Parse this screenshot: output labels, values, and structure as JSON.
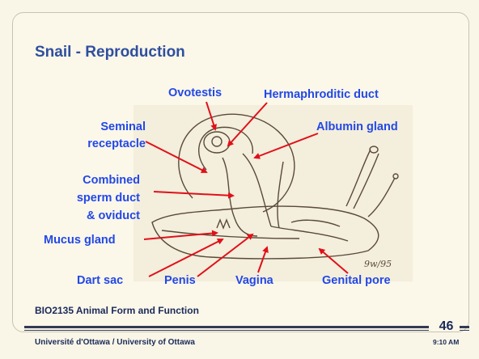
{
  "slide": {
    "title": "Snail - Reproduction",
    "labels": {
      "ovotestis": "Ovotestis",
      "herm_duct": "Hermaphroditic duct",
      "seminal1": "Seminal",
      "seminal2": "receptacle",
      "albumin": "Albumin gland",
      "combined1": "Combined",
      "combined2": "sperm duct",
      "combined3": "& oviduct",
      "mucus": "Mucus gland",
      "dart": "Dart sac",
      "penis": "Penis",
      "vagina": "Vagina",
      "genital": "Genital pore"
    },
    "signature": "9w/95",
    "course": "BIO2135 Animal Form and Function",
    "page_number": "46",
    "footer": "Université d'Ottawa / University of Ottawa",
    "time": "9:10 AM"
  },
  "colors": {
    "title": "#2f4f9e",
    "label": "#2248e8",
    "arrow": "#e0101a",
    "drawing": "#5a4a38",
    "background": "#faf6e7"
  }
}
